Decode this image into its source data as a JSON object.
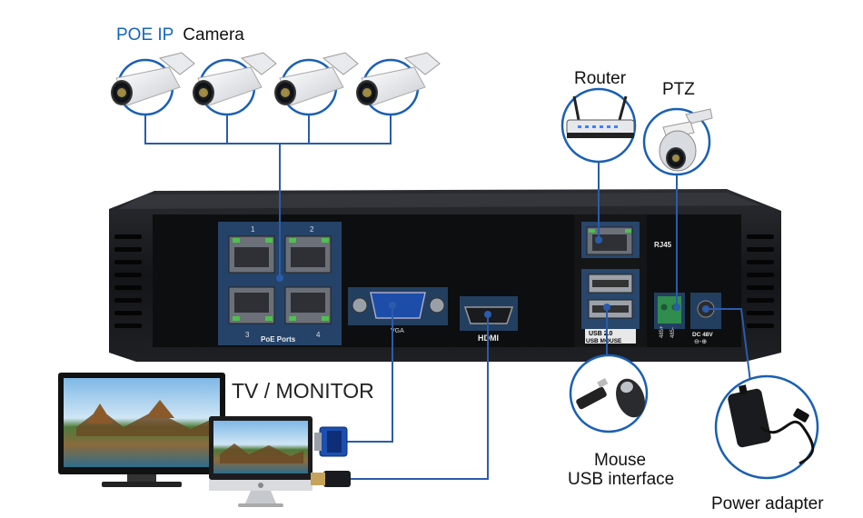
{
  "labels": {
    "poe_prefix": "POE IP",
    "poe_suffix": "Camera",
    "router": "Router",
    "ptz": "PTZ",
    "tv_monitor": "TV / MONITOR",
    "mouse_line1": "Mouse",
    "mouse_line2": "USB interface",
    "power_adapter": "Power adapter"
  },
  "nvr_panel": {
    "port_numbers": [
      "1",
      "2",
      "3",
      "4"
    ],
    "poe_ports": "PoE Ports",
    "vga": "VGA",
    "hdmi": "HDMI",
    "rj45": "RJ45",
    "usb_label": "USB 2.0",
    "usb_mouse": "USB MOUSE",
    "dc": "DC 48V",
    "rs485_a": "485+",
    "rs485_b": "485-"
  },
  "colors": {
    "accent_blue": "#1a5fb4",
    "line_blue": "#2a5cab",
    "nvr_body": "#17181b",
    "panel_dark": "#0d0e10",
    "highlight": "#3a6fb0",
    "poe_text": "#1565c0"
  },
  "icons": [
    "bullet-camera-icon",
    "router-icon",
    "ptz-camera-icon",
    "mouse-icon",
    "usb-dongle-icon",
    "power-adapter-icon",
    "tv-icon",
    "monitor-icon",
    "vga-plug-icon",
    "hdmi-plug-icon"
  ]
}
